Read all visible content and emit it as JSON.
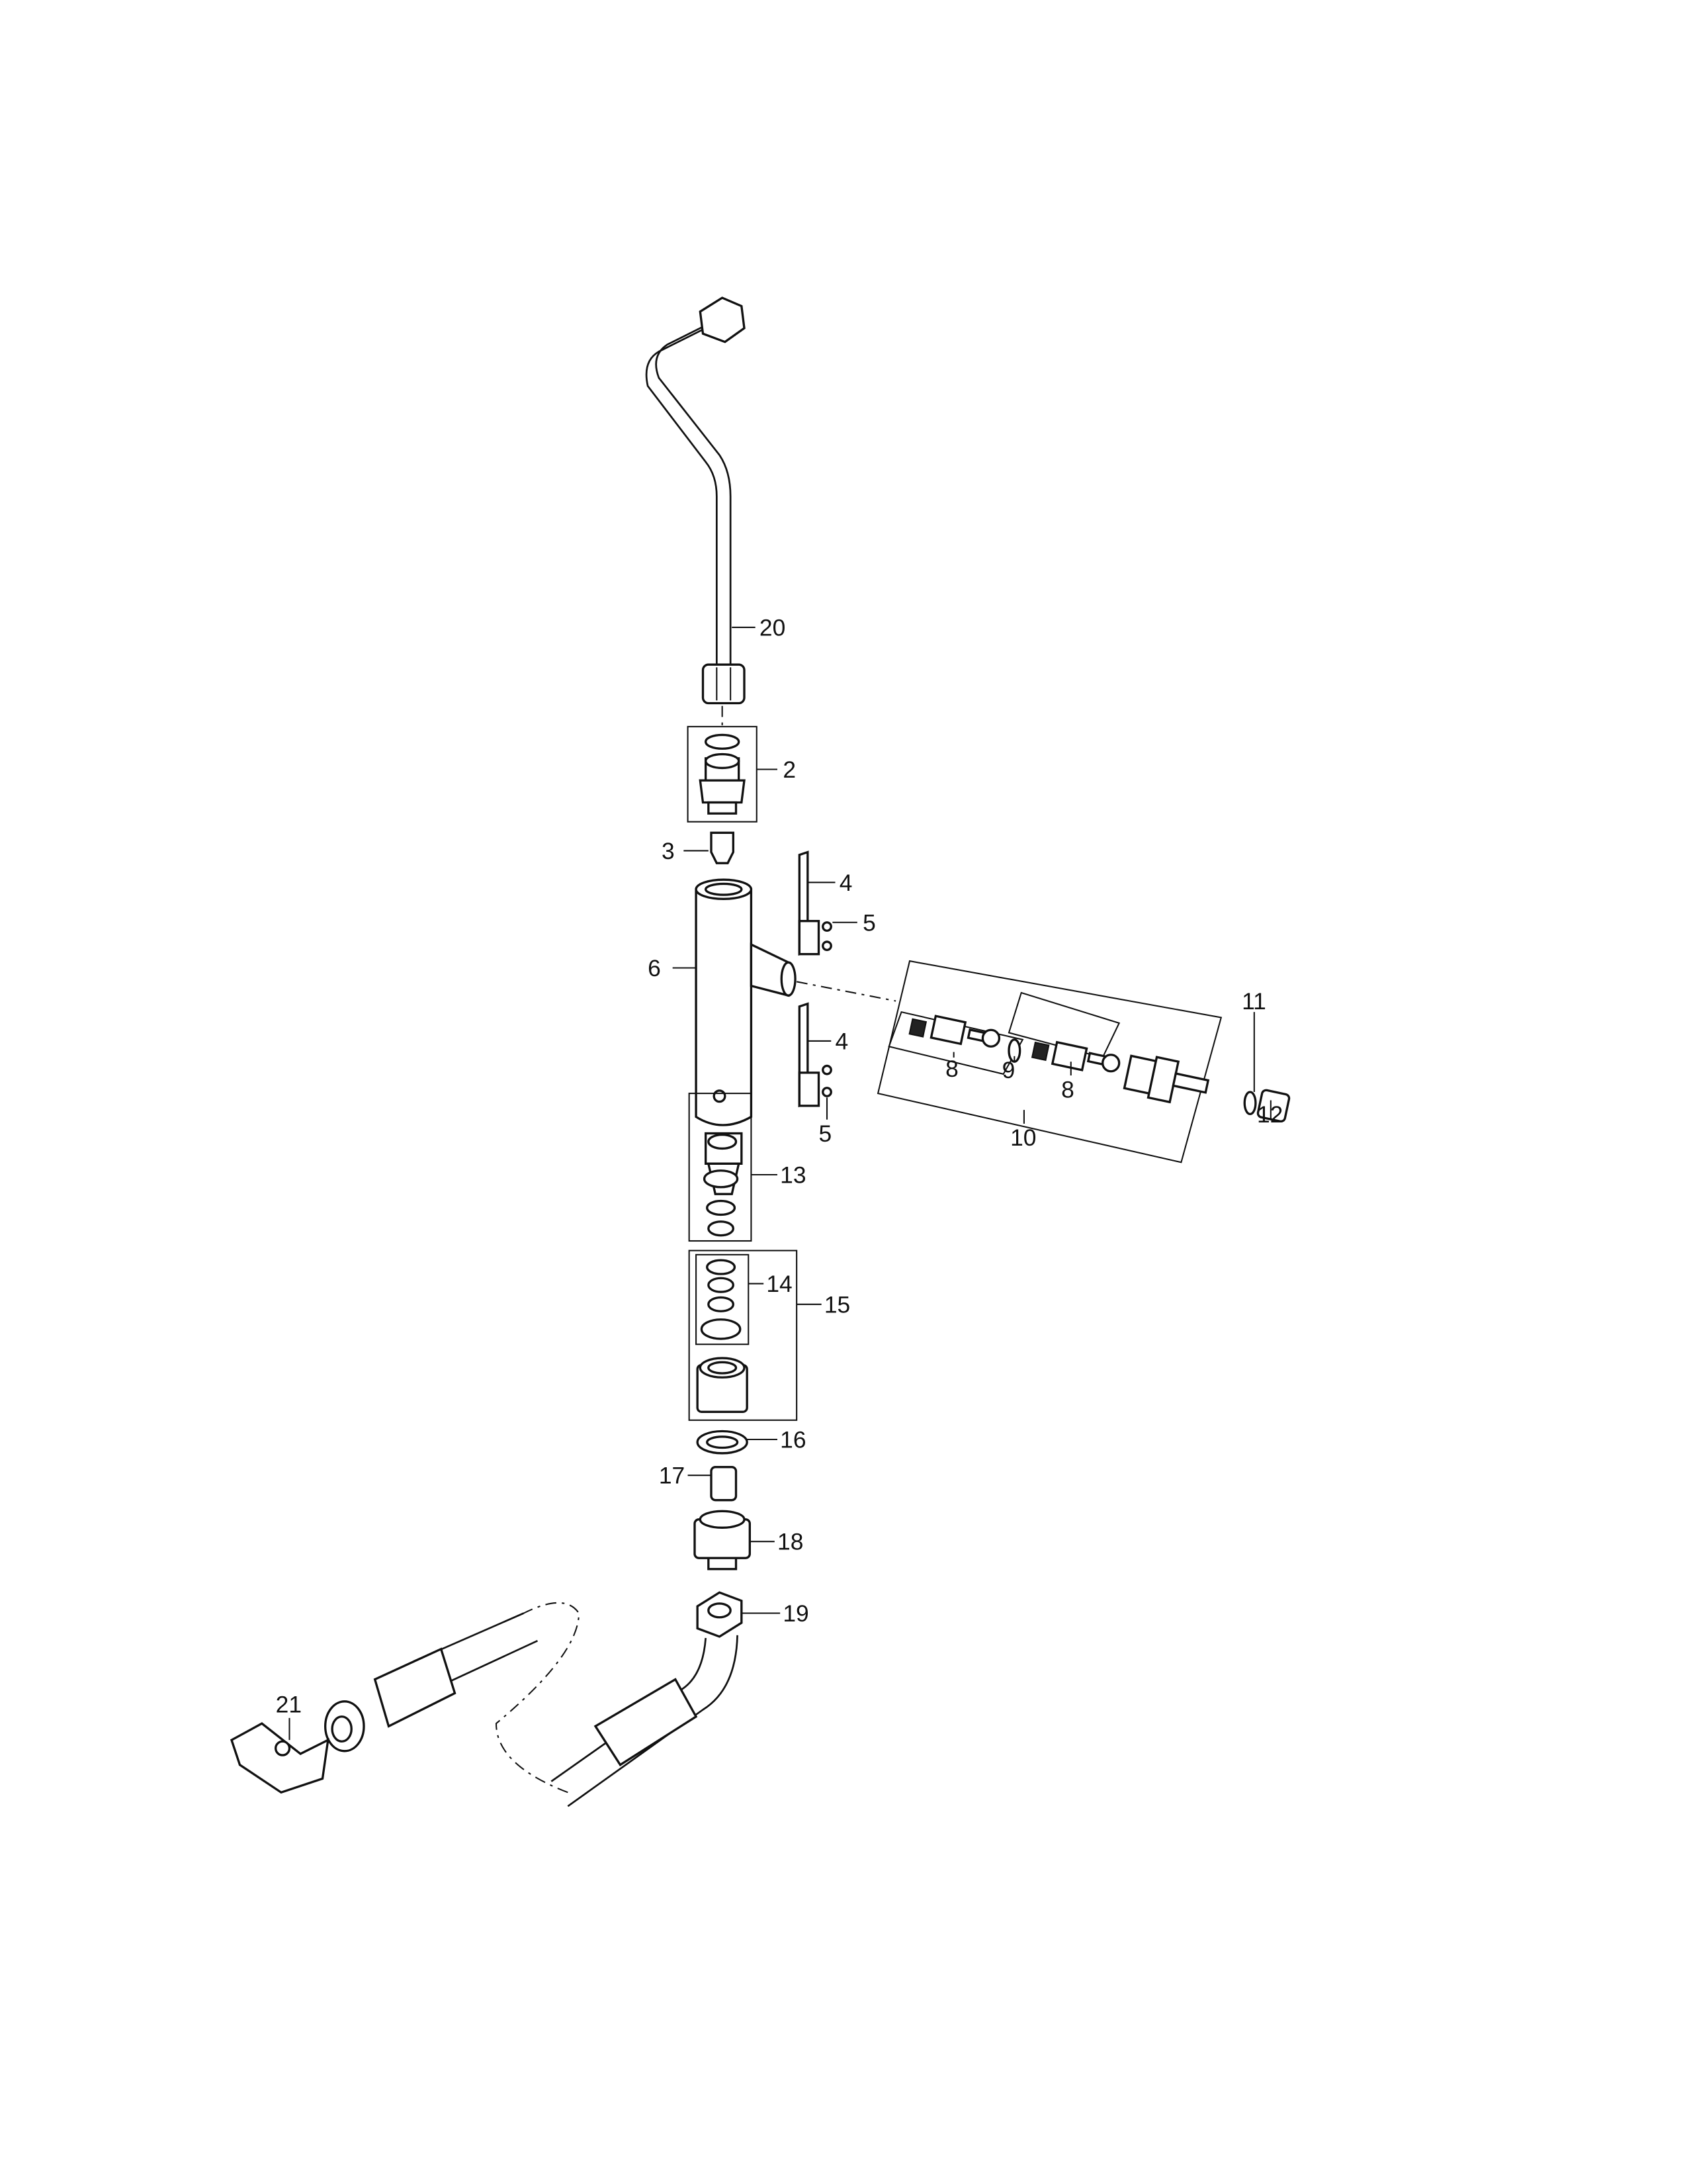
{
  "diagram": {
    "type": "exploded parts diagram",
    "callouts": {
      "c20": "20",
      "c2": "2",
      "c3": "3",
      "c4a": "4",
      "c5a": "5",
      "c6": "6",
      "c8a": "8",
      "c9": "9",
      "c8b": "8",
      "c10": "10",
      "c11": "11",
      "c12": "12",
      "c4b": "4",
      "c5b": "5",
      "c13": "13",
      "c14": "14",
      "c15": "15",
      "c16": "16",
      "c17": "17",
      "c18": "18",
      "c19": "19",
      "c21": "21"
    },
    "colors": {
      "line": "#111111",
      "background": "#ffffff"
    }
  }
}
